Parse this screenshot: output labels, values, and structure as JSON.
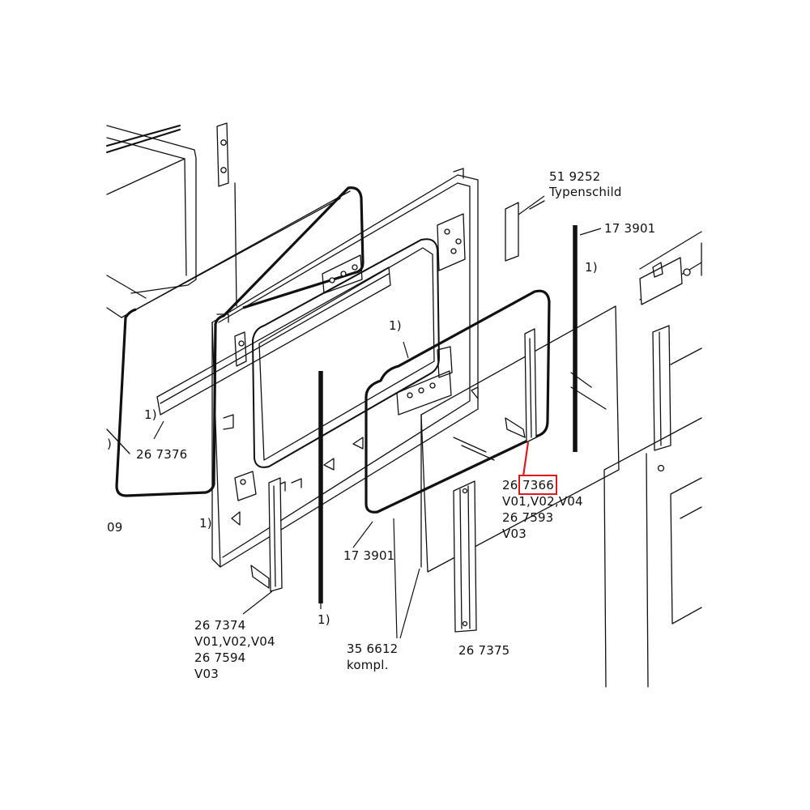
{
  "labels": {
    "typenschild_number": "51 9252",
    "typenschild_name": "Typenschild",
    "seal_top_right": "17 3901",
    "seal_center": "17 3901",
    "note_top_right": "1)",
    "note_frame": "1)",
    "note_handle": "1)",
    "note_left_edge": ")",
    "note_left_mid": "1)",
    "note_bottom": "1)",
    "part_left_strip": "26 7376",
    "partial_left": "09",
    "hinge_left_number": "26 7374",
    "hinge_left_variants": "V01,V02,V04",
    "hinge_left_alt": "26 7594",
    "hinge_left_alt_variant": "V03",
    "kit_number": "35 6612",
    "kit_note": "kompl.",
    "rail_number": "26 7375",
    "hinge_right_prefix": "26",
    "hinge_right_number": "7366",
    "hinge_right_variants": "V01,V02,V04",
    "hinge_right_alt": "26 7593",
    "hinge_right_alt_variant": "V03"
  },
  "highlight": {
    "target": "7366",
    "color": "#e0191b"
  }
}
